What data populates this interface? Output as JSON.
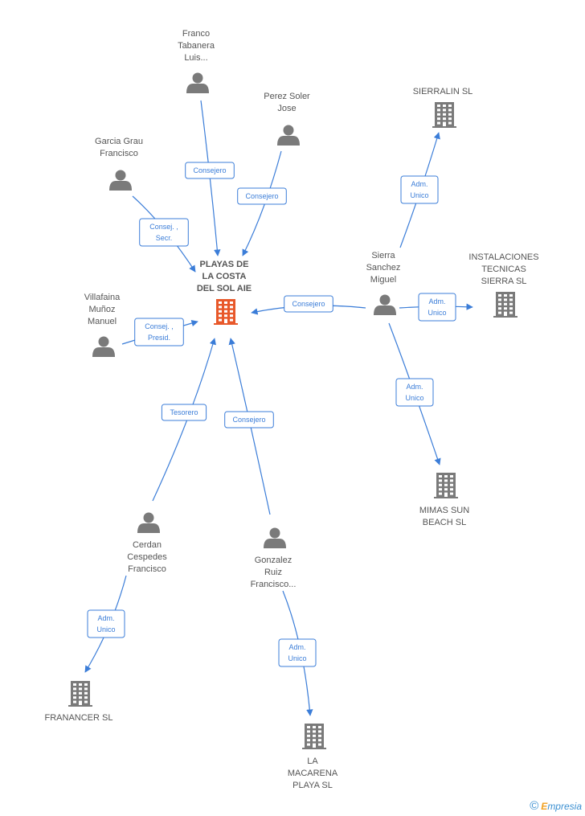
{
  "colors": {
    "edge": "#3b7dd8",
    "person": "#7a7a7a",
    "company": "#7a7a7a",
    "center": "#e8582a"
  },
  "nodes": [
    {
      "id": "center",
      "type": "center",
      "label": [
        "PLAYAS DE",
        "LA COSTA",
        "DEL SOL AIE"
      ]
    },
    {
      "id": "franco",
      "type": "person",
      "label": [
        "Franco",
        "Tabanera",
        "Luis..."
      ]
    },
    {
      "id": "perez",
      "type": "person",
      "label": [
        "Perez Soler",
        "Jose"
      ]
    },
    {
      "id": "garcia",
      "type": "person",
      "label": [
        "Garcia Grau",
        "Francisco"
      ]
    },
    {
      "id": "villafaina",
      "type": "person",
      "label": [
        "Villafaina",
        "Muñoz",
        "Manuel"
      ]
    },
    {
      "id": "sierra",
      "type": "person",
      "label": [
        "Sierra",
        "Sanchez",
        "Miguel"
      ]
    },
    {
      "id": "cerdan",
      "type": "person",
      "label": [
        "Cerdan",
        "Cespedes",
        "Francisco"
      ]
    },
    {
      "id": "gonzalez",
      "type": "person",
      "label": [
        "Gonzalez",
        "Ruiz",
        "Francisco..."
      ]
    },
    {
      "id": "sierralin",
      "type": "company",
      "label": [
        "SIERRALIN SL"
      ]
    },
    {
      "id": "instalaciones",
      "type": "company",
      "label": [
        "INSTALACIONES",
        "TECNICAS",
        "SIERRA SL"
      ]
    },
    {
      "id": "mimas",
      "type": "company",
      "label": [
        "MIMAS SUN",
        "BEACH  SL"
      ]
    },
    {
      "id": "francer",
      "type": "company",
      "label": [
        "FRANANCER SL"
      ]
    },
    {
      "id": "macarena",
      "type": "company",
      "label": [
        "LA",
        "MACARENA",
        "PLAYA SL"
      ]
    }
  ],
  "edges": [
    {
      "id": "e-franco",
      "from": "franco",
      "to": "center",
      "label": [
        "Consejero"
      ]
    },
    {
      "id": "e-perez",
      "from": "perez",
      "to": "center",
      "label": [
        "Consejero"
      ]
    },
    {
      "id": "e-garcia",
      "from": "garcia",
      "to": "center",
      "label": [
        "Consej. ,",
        "Secr."
      ]
    },
    {
      "id": "e-villafaina",
      "from": "villafaina",
      "to": "center",
      "label": [
        "Consej. ,",
        "Presid."
      ]
    },
    {
      "id": "e-sierra",
      "from": "sierra",
      "to": "center",
      "label": [
        "Consejero"
      ]
    },
    {
      "id": "e-cerdan",
      "from": "cerdan",
      "to": "center",
      "label": [
        "Tesorero"
      ]
    },
    {
      "id": "e-gonzalez",
      "from": "gonzalez",
      "to": "center",
      "label": [
        "Consejero"
      ]
    },
    {
      "id": "e-sierralin",
      "from": "sierra",
      "to": "sierralin",
      "label": [
        "Adm.",
        "Unico"
      ]
    },
    {
      "id": "e-instalaciones",
      "from": "sierra",
      "to": "instalaciones",
      "label": [
        "Adm.",
        "Unico"
      ]
    },
    {
      "id": "e-mimas",
      "from": "sierra",
      "to": "mimas",
      "label": [
        "Adm.",
        "Unico"
      ]
    },
    {
      "id": "e-francer",
      "from": "cerdan",
      "to": "francer",
      "label": [
        "Adm.",
        "Unico"
      ]
    },
    {
      "id": "e-macarena",
      "from": "gonzalez",
      "to": "macarena",
      "label": [
        "Adm.",
        "Unico"
      ]
    }
  ],
  "footer": {
    "copyright": "©",
    "brand_initial": "E",
    "brand_rest": "mpresia"
  }
}
